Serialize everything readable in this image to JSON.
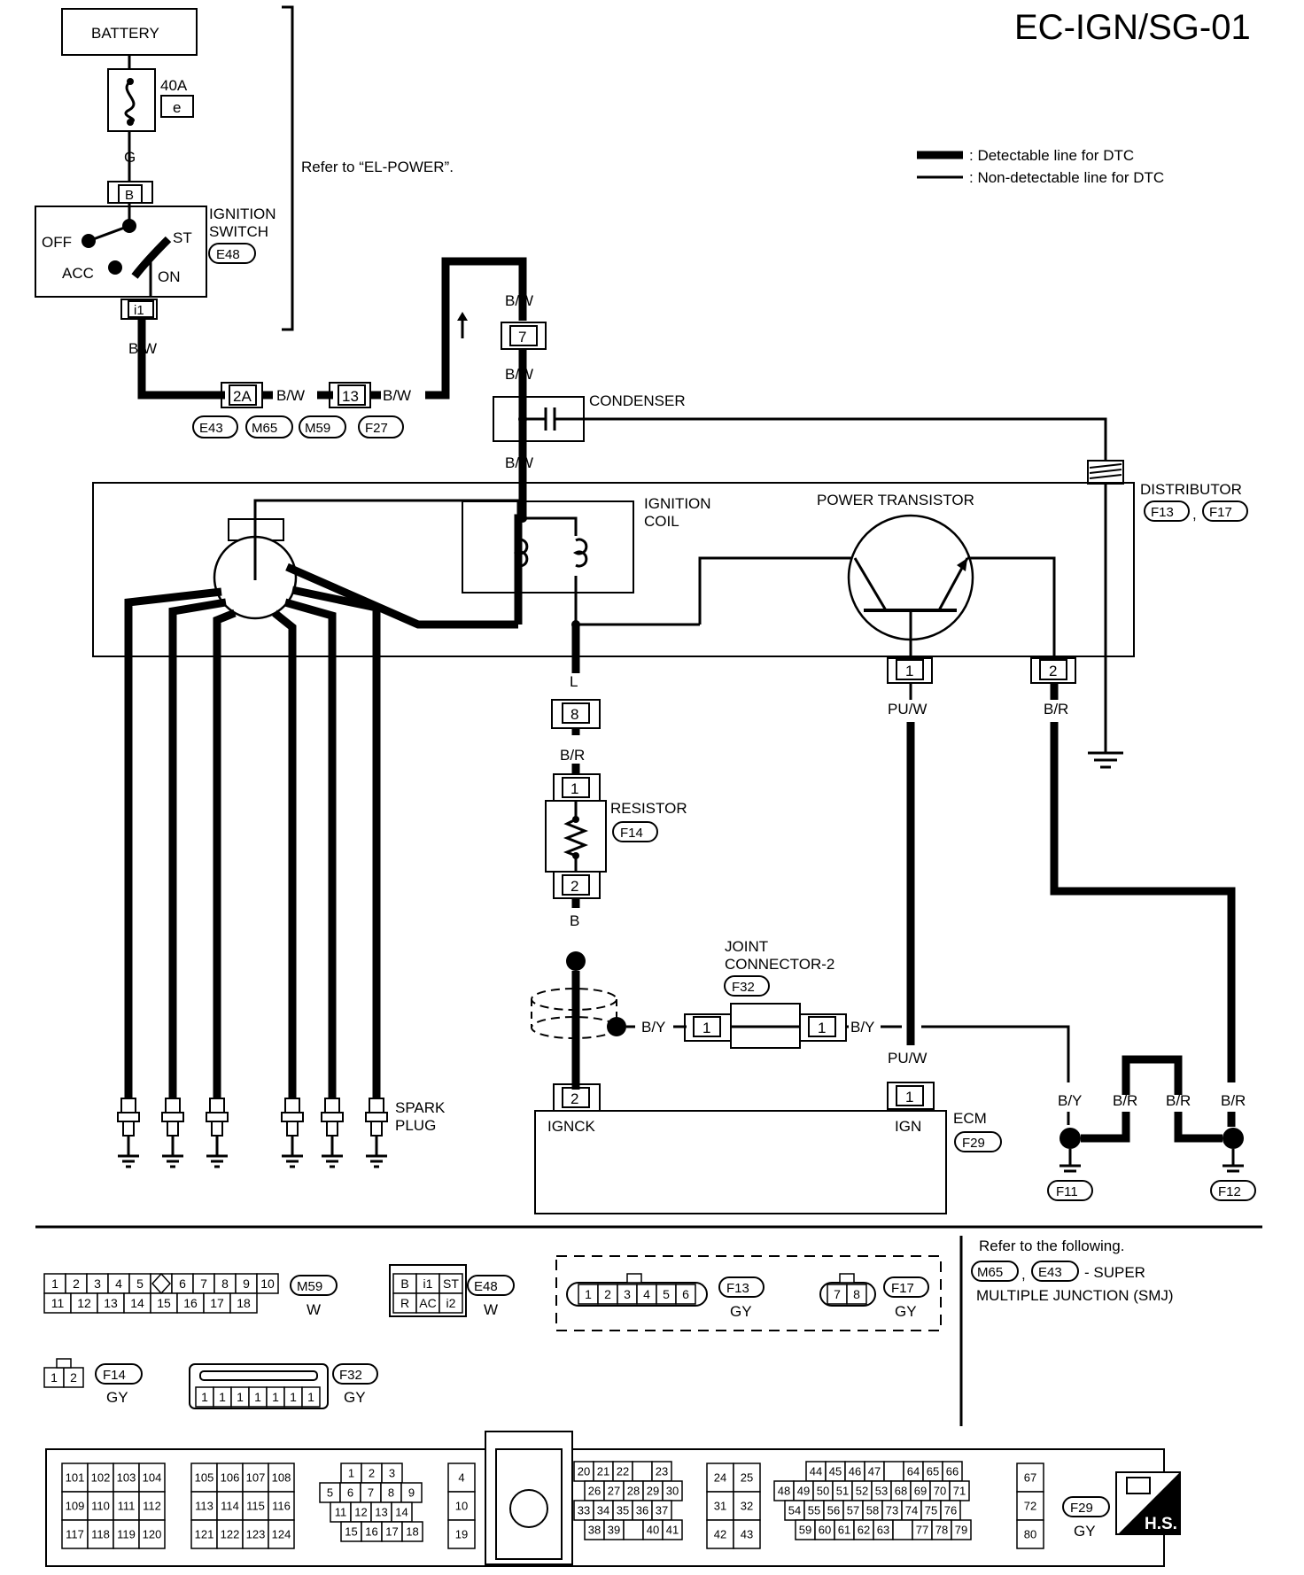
{
  "title": "EC-IGN/SG-01",
  "legend": {
    "detectable": ": Detectable line for DTC",
    "non_detectable": ": Non-detectable line for DTC"
  },
  "battery": {
    "label": "BATTERY",
    "fuse_rating": "40A",
    "fuse_id": "e"
  },
  "refer_el_power": "Refer to “EL-POWER”.",
  "ignition_switch": {
    "label_line1": "IGNITION",
    "label_line2": "SWITCH",
    "connector": "E48",
    "pin_top": "B",
    "pin_bottom": "i1",
    "pos_off": "OFF",
    "pos_acc": "ACC",
    "pos_st": "ST",
    "pos_on": "ON"
  },
  "wires": {
    "g": "G",
    "bw": "B/W",
    "l": "L",
    "br": "B/R",
    "b": "B",
    "by": "B/Y",
    "puw": "PU/W"
  },
  "inline_connectors": {
    "c2a": "2A",
    "c13": "13",
    "c7": "7",
    "c8": "8",
    "ids": [
      "E43",
      "M65",
      "M59",
      "F27"
    ]
  },
  "condenser": "CONDENSER",
  "distributor": {
    "label": "DISTRIBUTOR",
    "conn1": "F13",
    "conn2": "F17",
    "sep": ","
  },
  "ignition_coil": {
    "line1": "IGNITION",
    "line2": "COIL"
  },
  "power_transistor": {
    "label": "POWER TRANSISTOR",
    "pin1": "1",
    "pin2": "2"
  },
  "resistor": {
    "label": "RESISTOR",
    "connector": "F14",
    "pin1": "1",
    "pin2": "2"
  },
  "joint_connector": {
    "line1": "JOINT",
    "line2": "CONNECTOR-2",
    "connector": "F32",
    "pin_left": "1",
    "pin_right": "1"
  },
  "spark_plug": {
    "line1": "SPARK",
    "line2": "PLUG"
  },
  "ecm": {
    "label": "ECM",
    "connector": "F29",
    "pin_igngk": "2",
    "pin_ign": "1",
    "terminal_igngk": "IGNCK",
    "terminal_ign": "IGN"
  },
  "grounds": {
    "f11": "F11",
    "f12": "F12"
  },
  "refer_following": {
    "line1": "Refer to the following.",
    "c1": "M65",
    "sep": ",",
    "c2": "E43",
    "suffix": "- SUPER",
    "line3": "MULTIPLE JUNCTION (SMJ)"
  },
  "connector_views": {
    "m59": {
      "id": "M59",
      "color": "W",
      "row1": [
        "1",
        "2",
        "3",
        "4",
        "5",
        "",
        "6",
        "7",
        "8",
        "9",
        "10"
      ],
      "row2": [
        "11",
        "12",
        "13",
        "14",
        "15",
        "16",
        "17",
        "18"
      ]
    },
    "e48": {
      "id": "E48",
      "color": "W",
      "row1": [
        "B",
        "i1",
        "ST"
      ],
      "row2": [
        "R",
        "AC",
        "i2"
      ]
    },
    "f13": {
      "id": "F13",
      "color": "GY",
      "pins": [
        "1",
        "2",
        "3",
        "4",
        "5",
        "6"
      ]
    },
    "f17": {
      "id": "F17",
      "color": "GY",
      "pins": [
        "7",
        "8"
      ]
    },
    "f14": {
      "id": "F14",
      "color": "GY",
      "pins": [
        "1",
        "2"
      ]
    },
    "f32": {
      "id": "F32",
      "color": "GY",
      "pins": [
        "1",
        "1",
        "1",
        "1",
        "1",
        "1",
        "1"
      ]
    },
    "f29": {
      "id": "F29",
      "color": "GY",
      "hs": "H.S.",
      "g1": [
        [
          "101",
          "102",
          "103",
          "104"
        ],
        [
          "109",
          "110",
          "111",
          "112"
        ],
        [
          "117",
          "118",
          "119",
          "120"
        ]
      ],
      "g2": [
        [
          "105",
          "106",
          "107",
          "108"
        ],
        [
          "113",
          "114",
          "115",
          "116"
        ],
        [
          "121",
          "122",
          "123",
          "124"
        ]
      ],
      "g3": [
        [
          "1",
          "2",
          "3"
        ],
        [
          "5",
          "6",
          "7",
          "8",
          "9"
        ],
        [
          "11",
          "12",
          "13",
          "14"
        ],
        [
          "15",
          "16",
          "17",
          "18"
        ]
      ],
      "g4": [
        [
          "4"
        ],
        [
          "10"
        ],
        [
          "19"
        ]
      ],
      "g5": [
        [
          "20",
          "21",
          "22",
          "",
          "23"
        ],
        [
          "26",
          "27",
          "28",
          "29",
          "30"
        ],
        [
          "33",
          "34",
          "35",
          "36",
          "37"
        ],
        [
          "38",
          "39",
          "",
          "40",
          "41"
        ]
      ],
      "g6": [
        [
          "24",
          "25"
        ],
        [
          "31",
          "32"
        ],
        [
          "42",
          "43"
        ]
      ],
      "g7": [
        [
          "44",
          "45",
          "46",
          "47",
          "",
          "64",
          "65",
          "66"
        ],
        [
          "48",
          "49",
          "50",
          "51",
          "52",
          "53",
          "68",
          "69",
          "70",
          "71"
        ],
        [
          "54",
          "55",
          "56",
          "57",
          "58",
          "73",
          "74",
          "75",
          "76"
        ],
        [
          "59",
          "60",
          "61",
          "62",
          "63",
          "",
          "77",
          "78",
          "79"
        ]
      ],
      "g8": [
        [
          "67"
        ],
        [
          "72"
        ],
        [
          "80"
        ]
      ]
    }
  }
}
